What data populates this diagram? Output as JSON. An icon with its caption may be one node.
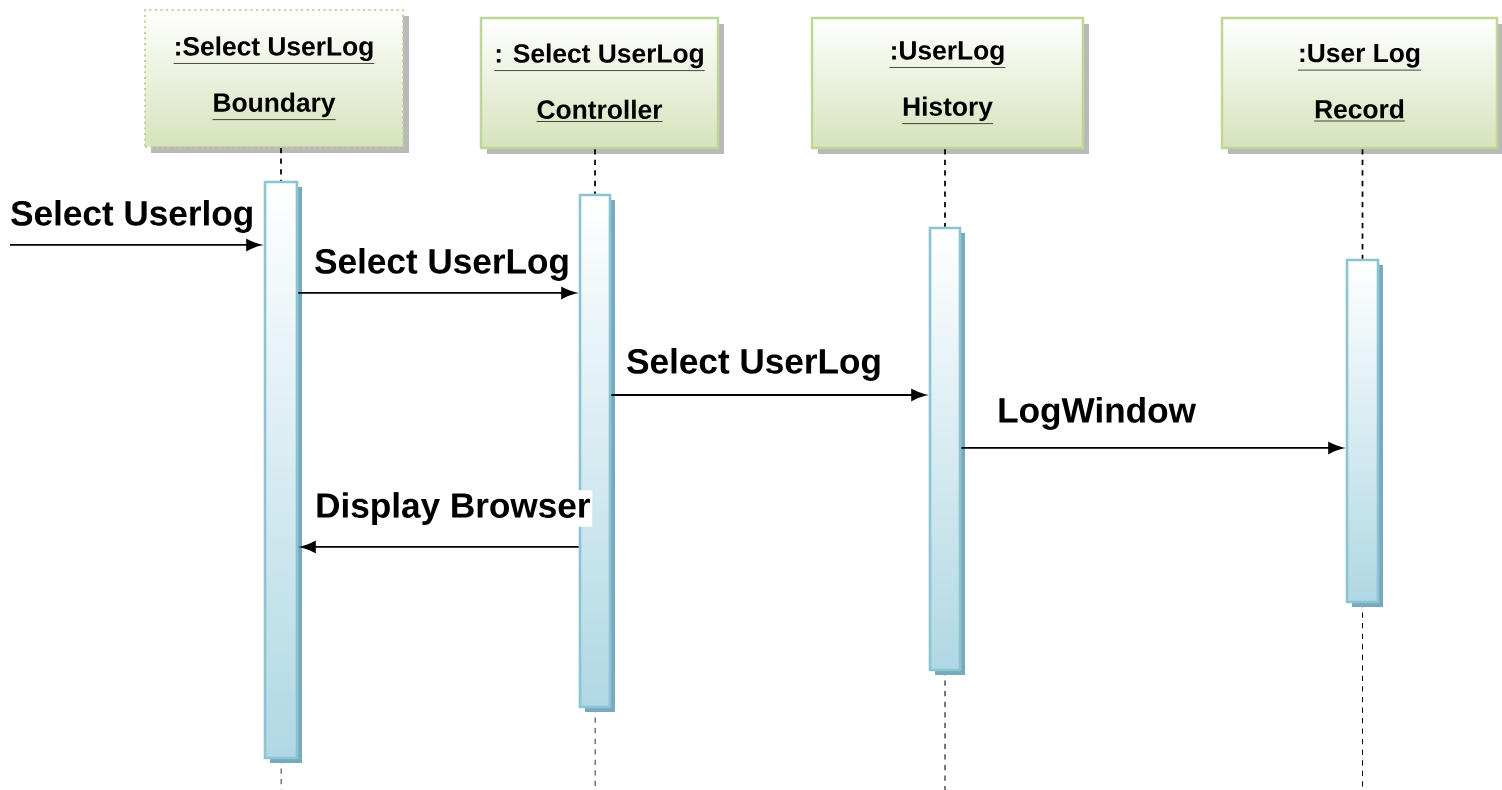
{
  "diagram": {
    "nodes": [
      {
        "text": [
          ":Select UserLog",
          "Boundary"
        ]
      },
      {
        "text": [
          ": Select UserLog",
          "Controller"
        ]
      },
      {
        "text": [
          ":UserLog",
          "History"
        ]
      },
      {
        "text": [
          ":User Log",
          "Record"
        ]
      },
      {
        "text": [],
        "shape": "bar"
      },
      {
        "text": [],
        "shape": "bar"
      },
      {
        "text": [],
        "shape": "bar"
      },
      {
        "text": [],
        "shape": "bar"
      }
    ],
    "edges": [
      {
        "from": 0,
        "to": 4,
        "arrow": "none",
        "style": "dashed"
      },
      {
        "from": 1,
        "to": 5,
        "arrow": "none",
        "style": "dashed"
      },
      {
        "from": 2,
        "to": 6,
        "arrow": "none",
        "style": "dashed"
      },
      {
        "from": 3,
        "to": 7,
        "arrow": "none",
        "style": "dashed"
      },
      {
        "from": null,
        "to": 4,
        "arrow": "to",
        "label": "Select Userlog"
      },
      {
        "from": 4,
        "to": 5,
        "arrow": "to",
        "label": "Select UserLog"
      },
      {
        "from": 5,
        "to": 6,
        "arrow": "to",
        "label": "Select UserLog"
      },
      {
        "from": 6,
        "to": 7,
        "arrow": "to",
        "label": "LogWindow"
      },
      {
        "from": 5,
        "to": 4,
        "arrow": "to",
        "label": "Display Browser"
      }
    ]
  }
}
